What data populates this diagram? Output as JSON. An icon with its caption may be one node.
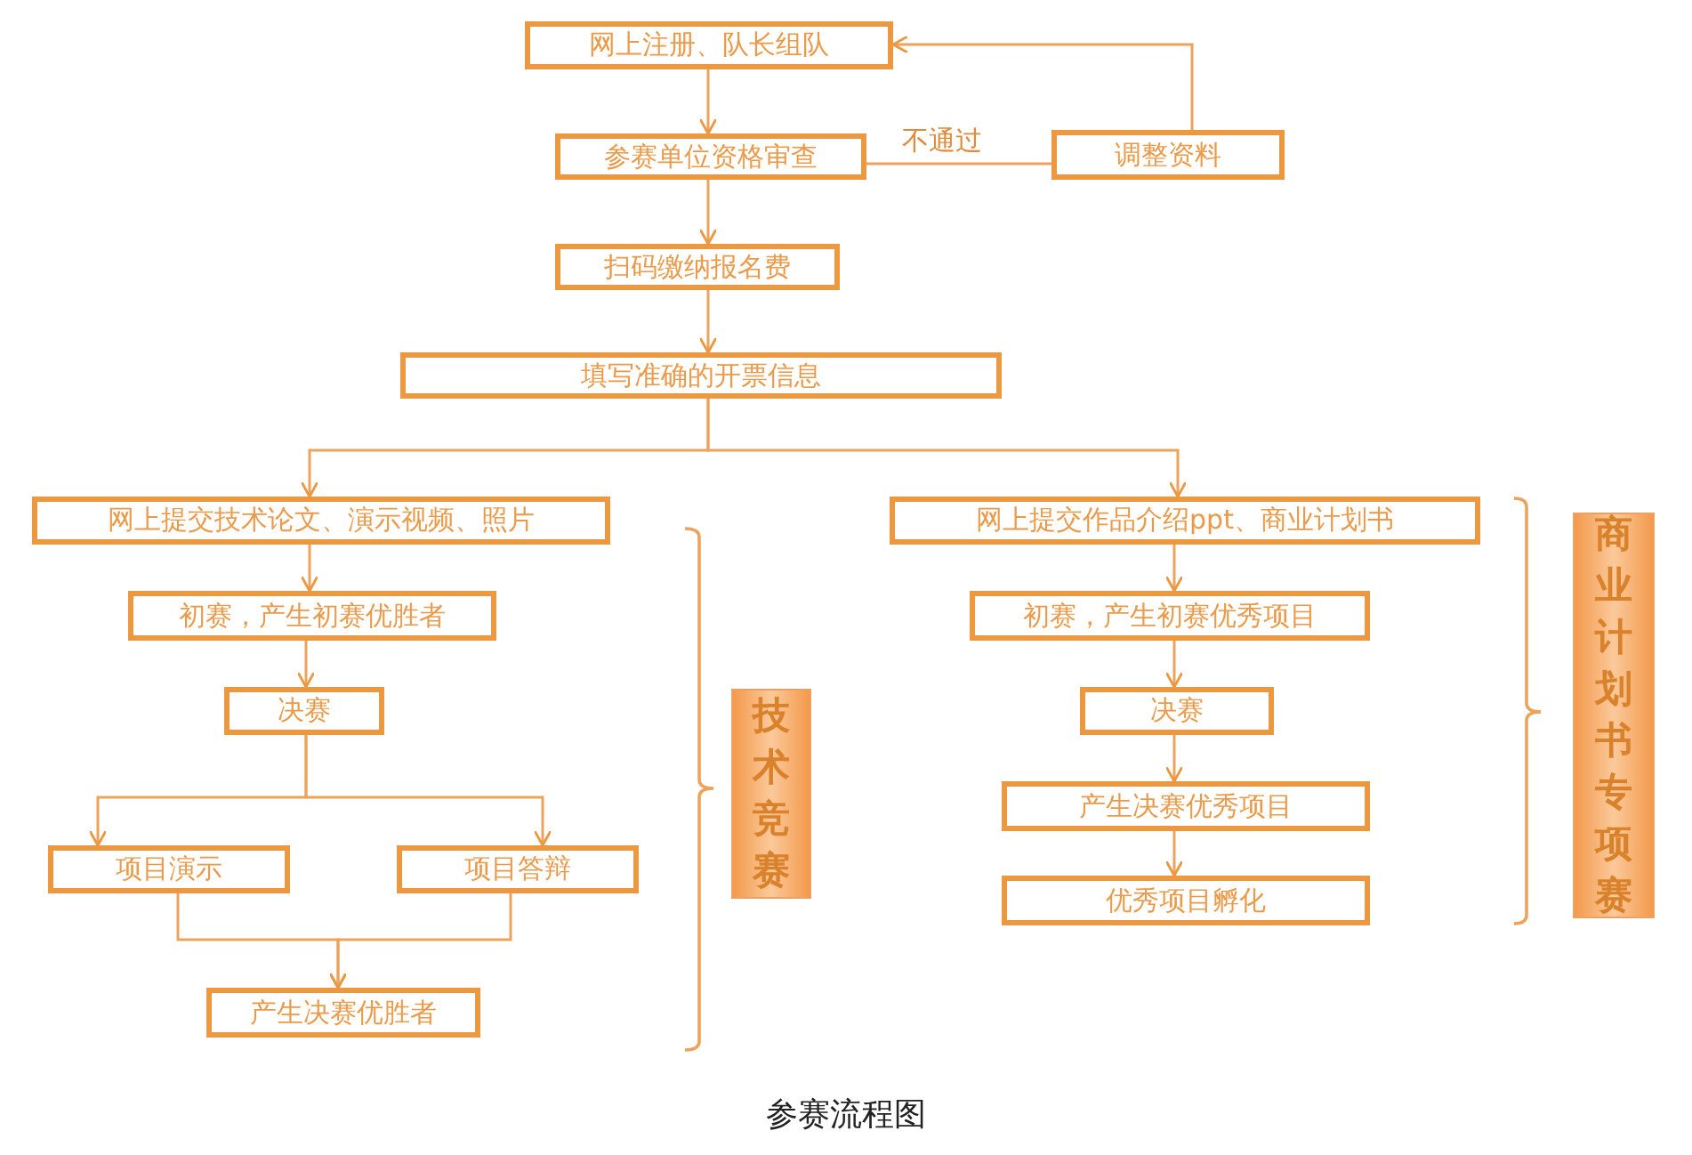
{
  "diagram": {
    "caption": "参赛流程图",
    "nodes": [
      {
        "text": [
          "网上注册、队长组队"
        ]
      },
      {
        "text": [
          "参赛单位资格审查"
        ]
      },
      {
        "text": [
          "调整资料"
        ]
      },
      {
        "text": [
          "扫码缴纳报名费"
        ]
      },
      {
        "text": [
          "填写准确的开票信息"
        ]
      },
      {
        "text": [
          "网上提交技术论文、演示视频、照片"
        ]
      },
      {
        "text": [
          "初赛，产生初赛优胜者"
        ]
      },
      {
        "text": [
          "决赛"
        ]
      },
      {
        "text": [
          "项目演示"
        ]
      },
      {
        "text": [
          "项目答辩"
        ]
      },
      {
        "text": [
          "产生决赛优胜者"
        ]
      },
      {
        "text": [
          "技术竞赛"
        ]
      },
      {
        "text": [
          "网上提交作品介绍ppt、商业计划书"
        ]
      },
      {
        "text": [
          "初赛，产生初赛优秀项目"
        ]
      },
      {
        "text": [
          "决赛"
        ]
      },
      {
        "text": [
          "产生决赛优秀项目"
        ]
      },
      {
        "text": [
          "优秀项目孵化"
        ]
      },
      {
        "text": [
          "商业计划书专项赛"
        ]
      }
    ],
    "edges": [
      {
        "from": 0,
        "to": 1,
        "arrow": "to"
      },
      {
        "from": 1,
        "to": 2,
        "arrow": "none",
        "label": "不通过"
      },
      {
        "from": 2,
        "to": 0,
        "arrow": "to"
      },
      {
        "from": 1,
        "to": 3,
        "arrow": "to"
      },
      {
        "from": 3,
        "to": 4,
        "arrow": "to"
      },
      {
        "from": 4,
        "to": 5,
        "arrow": "to"
      },
      {
        "from": 4,
        "to": 12,
        "arrow": "to"
      },
      {
        "from": 5,
        "to": 6,
        "arrow": "to"
      },
      {
        "from": 6,
        "to": 7,
        "arrow": "to"
      },
      {
        "from": 7,
        "to": 8,
        "arrow": "to"
      },
      {
        "from": 7,
        "to": 9,
        "arrow": "to"
      },
      {
        "from": 8,
        "to": 10,
        "arrow": "to"
      },
      {
        "from": 9,
        "to": 10,
        "arrow": "to"
      },
      {
        "from": 12,
        "to": 13,
        "arrow": "to"
      },
      {
        "from": 13,
        "to": 14,
        "arrow": "to"
      },
      {
        "from": 14,
        "to": 15,
        "arrow": "to"
      },
      {
        "from": 15,
        "to": 16,
        "arrow": "to"
      }
    ]
  }
}
